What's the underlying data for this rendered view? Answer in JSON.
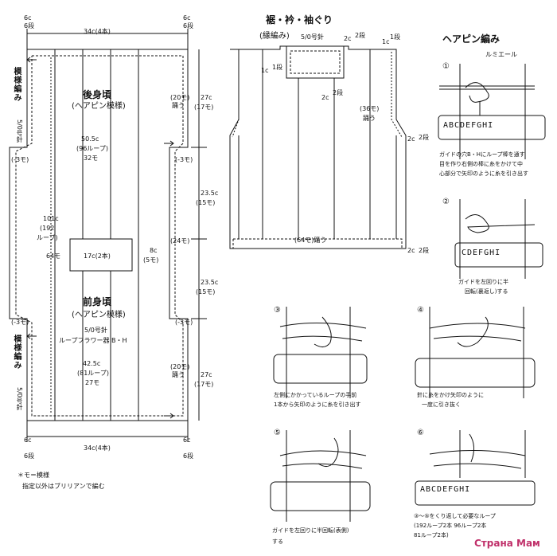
{
  "left": {
    "top_width": "34c(4本)",
    "bottom_width": "34c(4本)",
    "corner": {
      "tl": "6c",
      "tl2": "6段",
      "tr": "6c",
      "tr2": "6段",
      "bl": "6c",
      "bl2": "6段",
      "br": "6c",
      "br2": "6段"
    },
    "back": {
      "title": "後身頃",
      "subtitle": "(ヘアピン模様)",
      "length": "50.5c",
      "loops": "(96ループ)",
      "rows": "32モ"
    },
    "front": {
      "title": "前身頃",
      "subtitle": "(ヘアピン模様)",
      "needle": "5/0号針",
      "tool": "ループフラワー器 B・H",
      "length": "42.5c",
      "loops": "(81ループ)",
      "rows": "27モ"
    },
    "center_band": "17c(2本)",
    "center_band_right": "8c",
    "center_band_right2": "(5モ)",
    "total": "101c",
    "total_loops": "(192",
    "total_loops2": "ループ)",
    "total_rows": "64モ",
    "side_label": "模様編み",
    "side_needle": "5/0号針",
    "minus3": "(-3モ)",
    "r_20": "(20モ)",
    "r_odori": "踊う",
    "r_27": "27c",
    "r_17": "(17モ)",
    "r_235": "23.5c",
    "r_15": "(15モ)",
    "r_24": "(24モ)",
    "note1": "＊モ＝模様",
    "note2": "指定以外はブリリアンで編む"
  },
  "middle": {
    "title": "裾・衿・袖ぐり",
    "subtitle": "(縁編み)",
    "needle": "5/0号針",
    "c2a": "2c",
    "c2b": "2段",
    "c1a": "1c",
    "c1b": "1段",
    "c36": "(36モ)",
    "c36b": "踊う",
    "c64": "(64モ)踊う",
    "c2c": "2c",
    "c2d": "2段"
  },
  "right": {
    "title": "ヘアピン編み",
    "subtitle": "ルミエール",
    "letters_full": "ABCDEFGHI",
    "letters_partial": "CDEFGHI",
    "step1": "ガイドの穴B・Hにループ棒を通す",
    "step1b": "目を作り右側の棒に糸をかけて中",
    "step1c": "心部分で矢印のように糸を引き出す",
    "step2": "ガイドを左回りに半",
    "step2b": "回転(裏返し)する",
    "step3": "左側にかかっているループの手前",
    "step3b": "1本から矢印のように糸を引き出す",
    "step4": "針に糸をかけ矢印のように",
    "step4b": "一度に引き抜く",
    "step5": "ガイドを左回りに半回転(表側)",
    "step5b": "する",
    "step6": "③〜⑤をくり返して必要なループ",
    "step6b": "(192ループ2本 96ループ2本",
    "step6c": "81ループ2本)",
    "n1": "①",
    "n2": "②",
    "n3": "③",
    "n4": "④",
    "n5": "⑤",
    "n6": "⑥"
  },
  "watermark": "Страна Мам"
}
